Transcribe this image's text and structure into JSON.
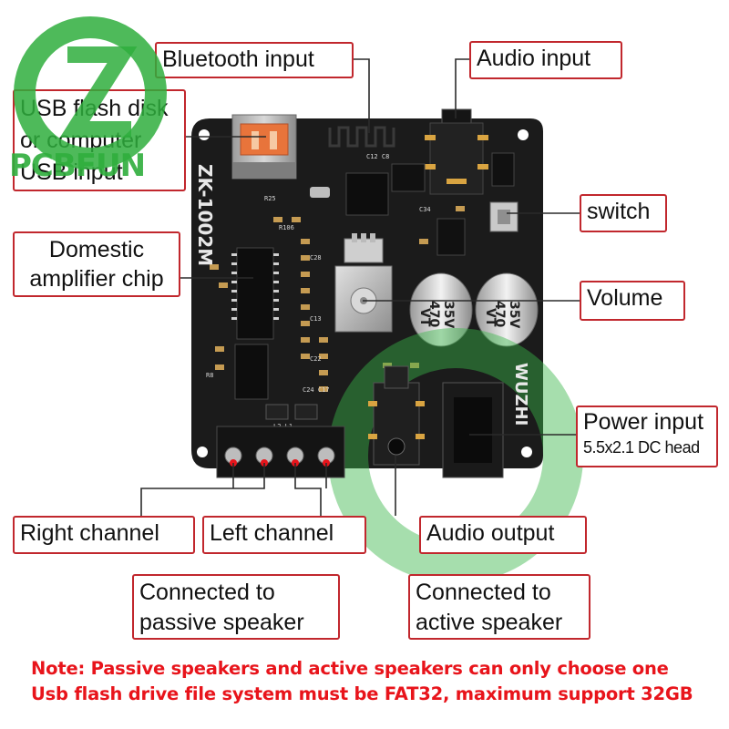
{
  "watermark": {
    "brand": "PCBFUN"
  },
  "board": {
    "model": "ZK-1002M",
    "brand": "WUZHI",
    "capacitor_top": "470",
    "capacitor_bottom": "35V",
    "capacitor_series": "VT"
  },
  "labels": {
    "bluetooth": "Bluetooth input",
    "audio_input": "Audio input",
    "usb_line1": "USB flash disk",
    "usb_line2": "or computer",
    "usb_line3": "USB input",
    "switch": "switch",
    "amp_line1": "Domestic",
    "amp_line2": "amplifier chip",
    "volume": "Volume",
    "power_line1": "Power input",
    "power_line2": "5.5x2.1 DC head",
    "right_channel": "Right channel",
    "left_channel": "Left channel",
    "audio_output": "Audio output",
    "passive_line1": "Connected to",
    "passive_line2": "passive speaker",
    "active_line1": "Connected to",
    "active_line2": "active speaker"
  },
  "notes": {
    "line1": "Note: Passive speakers and active speakers can only choose one",
    "line2": "Usb flash drive file system must be FAT32, maximum support 32GB"
  },
  "colors": {
    "label_border": "#c1272d",
    "note_text": "#e8141b",
    "pcb": "#1b1b1b",
    "watermark": "#39b54a"
  }
}
